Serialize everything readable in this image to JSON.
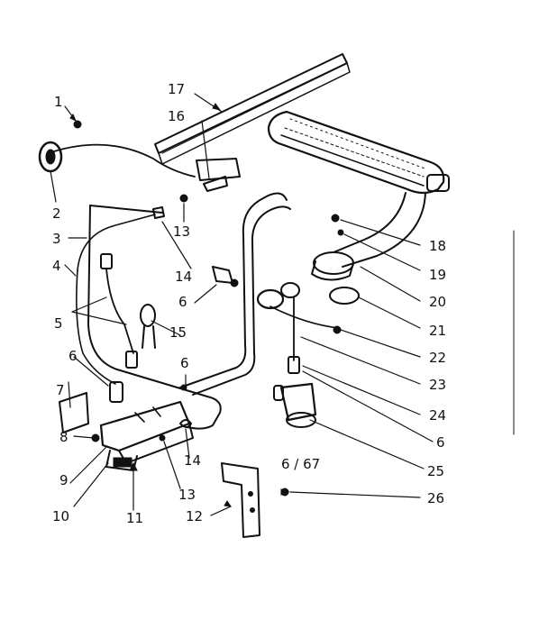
{
  "diagram": {
    "date_code": "6 / 67",
    "callouts": [
      "1",
      "2",
      "3",
      "4",
      "5",
      "6",
      "7",
      "8",
      "9",
      "10",
      "11",
      "12",
      "13",
      "14",
      "15",
      "16",
      "17",
      "18",
      "19",
      "20",
      "21",
      "22",
      "23",
      "24",
      "25",
      "26"
    ],
    "extra_labels": {
      "six_b": "6",
      "six_c": "6",
      "six_d": "6",
      "thirteen_b": "13",
      "fourteen_b": "14"
    }
  }
}
